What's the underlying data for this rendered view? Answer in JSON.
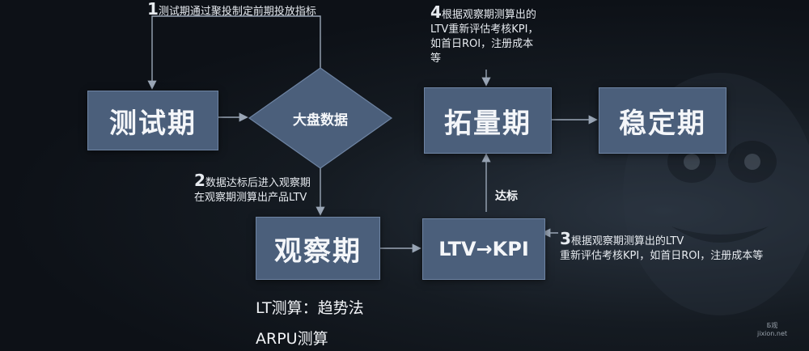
{
  "nodes": {
    "test": "测试期",
    "bigdata": "大盘数据",
    "observe": "观察期",
    "ltv_kpi": "LTV→KPI",
    "expand": "拓量期",
    "stable": "稳定期"
  },
  "edge_labels": {
    "reach": "达标"
  },
  "notes": {
    "n1": {
      "num": "1",
      "text": "测试期通过聚投制定前期投放指标"
    },
    "n2": {
      "num": "2",
      "line1": "数据达标后进入观察期",
      "line2": "在观察期测算出产品LTV"
    },
    "n3": {
      "num": "3",
      "line1": "根据观察期测算出的LTV",
      "line2": "重新评估考核KPI，如首日ROI，注册成本等"
    },
    "n4": {
      "num": "4",
      "line1": "根据观察期测算出的",
      "line2": "LTV重新评估考核KPI，",
      "line3": "如首日ROI，注册成本",
      "line4": "等"
    }
  },
  "methods": [
    "LT测算：趋势法",
    "ARPU测算"
  ],
  "watermark": {
    "line1": "Б观",
    "line2": "jixion.net"
  }
}
